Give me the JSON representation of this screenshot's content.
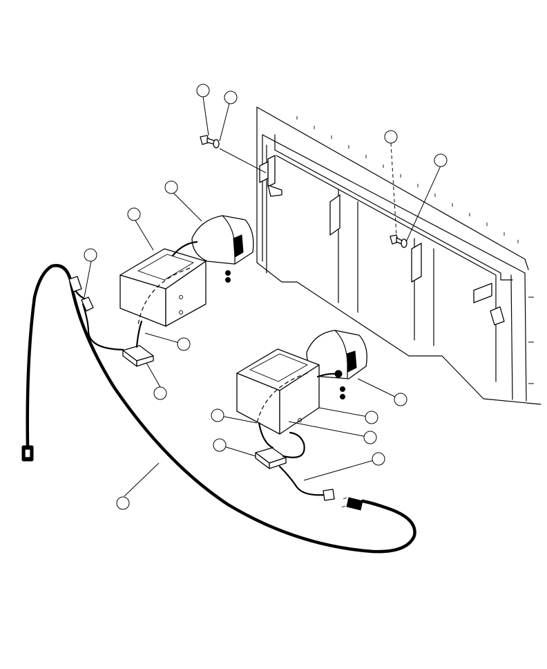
{
  "callouts": [
    {
      "id": "c1"
    },
    {
      "id": "c2"
    },
    {
      "id": "c3"
    },
    {
      "id": "c4"
    },
    {
      "id": "c5"
    },
    {
      "id": "c6"
    },
    {
      "id": "c7"
    },
    {
      "id": "c8"
    },
    {
      "id": "c9"
    },
    {
      "id": "c10"
    },
    {
      "id": "c11"
    },
    {
      "id": "c12"
    },
    {
      "id": "c13"
    },
    {
      "id": "c14"
    },
    {
      "id": "c15"
    },
    {
      "id": "c16"
    },
    {
      "id": "c17"
    },
    {
      "id": "c18"
    }
  ],
  "colors": {
    "line": "#000000",
    "background": "#ffffff"
  }
}
